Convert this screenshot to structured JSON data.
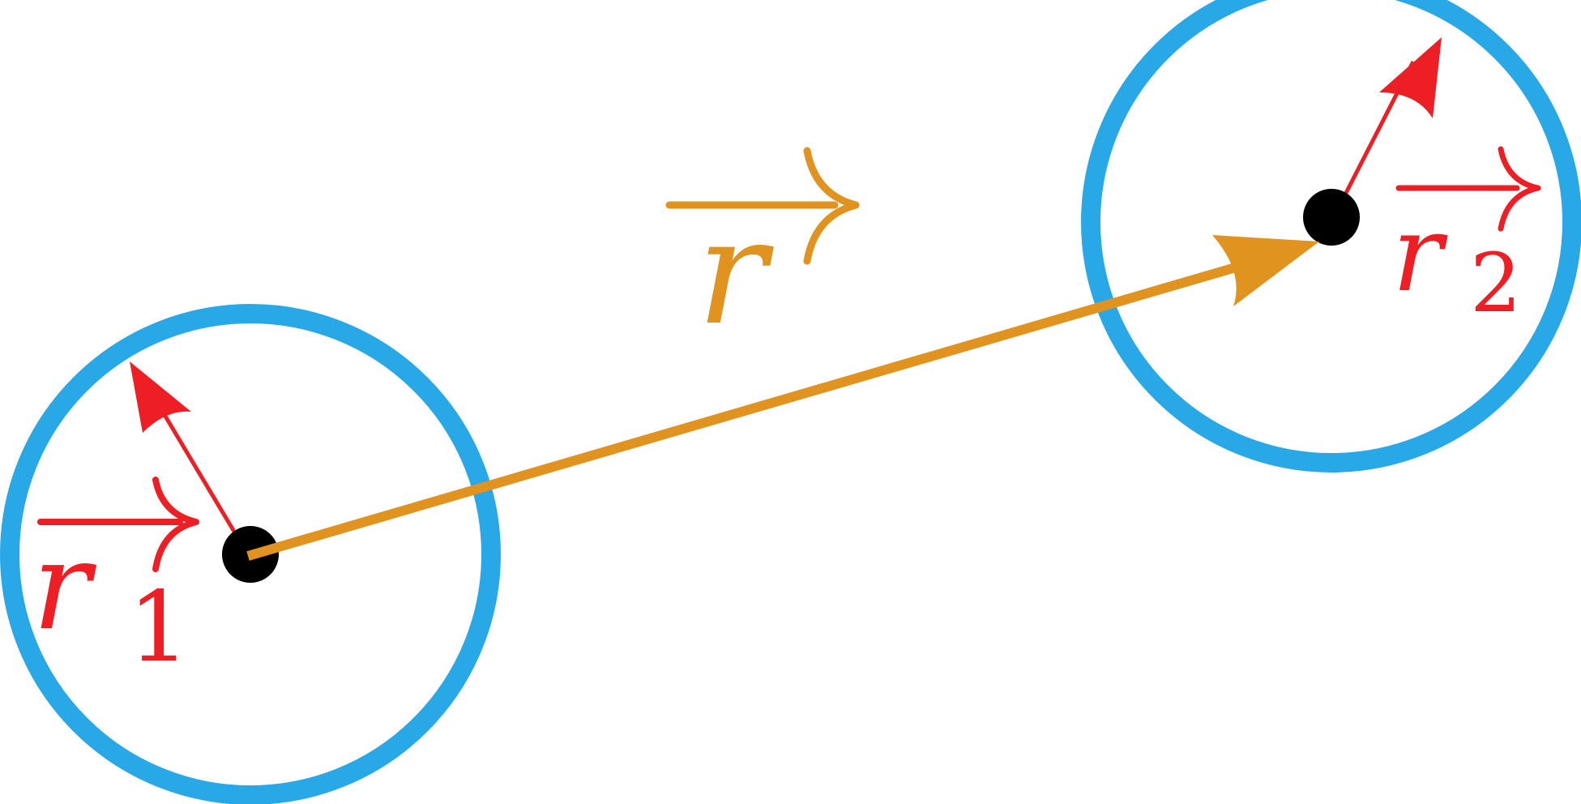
{
  "colors": {
    "circle": "#29a8e8",
    "radius_vector": "#ee1f24",
    "separation_vector": "#e0931f",
    "center": "#000000",
    "background": "#ffffff"
  },
  "labels": {
    "r1": {
      "symbol": "r",
      "subscript": "1"
    },
    "r2": {
      "symbol": "r",
      "subscript": "2"
    },
    "r": {
      "symbol": "r"
    }
  }
}
